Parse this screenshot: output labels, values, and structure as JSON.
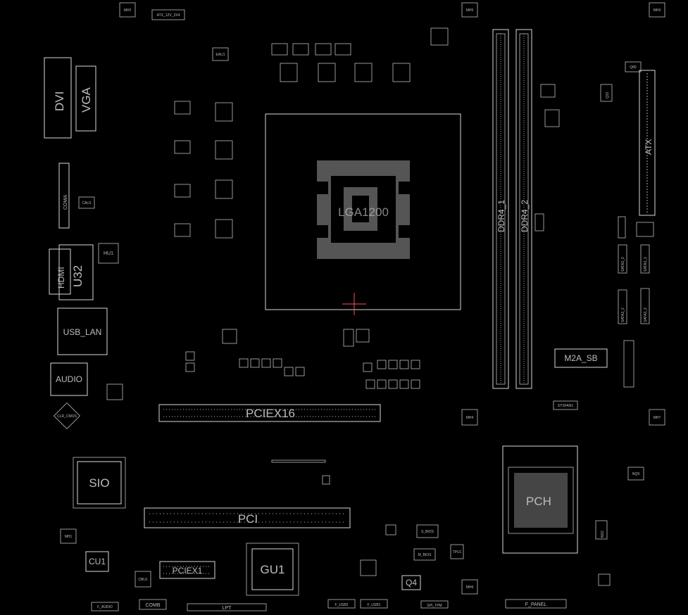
{
  "board": {
    "background": "#000000",
    "stroke_color": "#d8d8d8",
    "accent_color": "#ff4d6d"
  },
  "labels": {
    "cpu_socket": "LGA1200",
    "pcie_x16": "PCIEX16",
    "pci": "PCI",
    "pcie_x1": "PCIEX1",
    "pch": "PCH",
    "sio": "SIO",
    "gu1": "GU1",
    "cu1": "CU1",
    "q4": "Q4",
    "ddr4_1": "DDR4_1",
    "ddr4_2": "DDR4_2",
    "atx": "ATX",
    "m2a_sb": "M2A_SB",
    "dvi": "DVI",
    "vga": "VGA",
    "hdmi": "HDMI",
    "u32": "U32",
    "usb_lan": "USB_LAN",
    "audio": "AUDIO",
    "coma": "COMA",
    "atx_12v": "ATX_12V_2X4",
    "f_audio": "F_AUDIO",
    "comb": "COMB",
    "lpt": "LPT",
    "f_usb2": "F_USB2",
    "f_usb1": "F_USB1",
    "spi_tpm": "SPI_TPM",
    "f_panel": "F_PANEL",
    "sata3_0": "SATA3_0",
    "sata3_1": "SATA3_1",
    "sata3_2": "SATA3_2",
    "sata3_3": "SATA3_3",
    "mh1": "MH1",
    "mh2": "MH2",
    "mh3": "MH3",
    "mh4": "MH4",
    "mh5": "MH5",
    "mh6": "MH6",
    "mh7": "MH7",
    "nx2": "NX2",
    "nq9": "NQ9",
    "q31": "Q31",
    "q80": "Q80",
    "cau1": "CAU1",
    "eau1": "EAU1",
    "hu1": "HU1",
    "cbu1": "CBU1",
    "sys_bios": "S_BIOS",
    "main_bios": "M_BIOS",
    "clr_cmos": "CLR_CMOS",
    "jsys": "SYSFAN1",
    "tpu1": "TPU1"
  }
}
